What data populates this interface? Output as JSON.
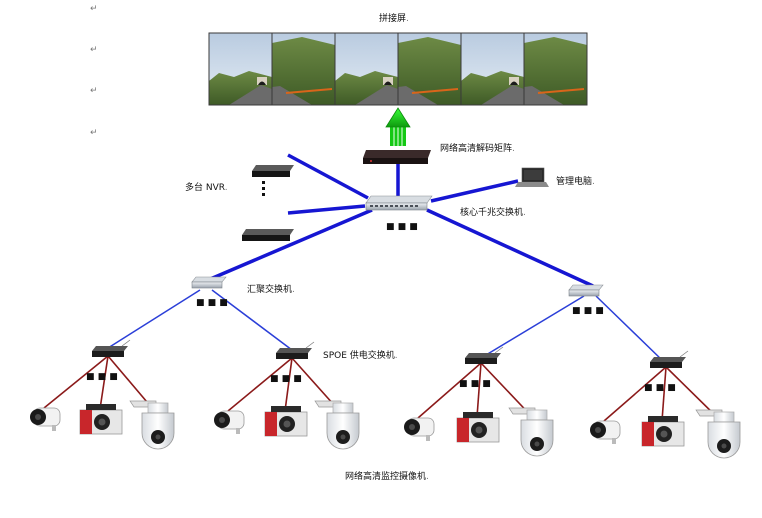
{
  "labels": {
    "video_wall": "拼接屏",
    "decoder_matrix": "网络高清解码矩阵",
    "nvr": "多台 NVR",
    "management_pc": "管理电脑",
    "core_switch": "核心千兆交换机",
    "aggregation_switch": "汇聚交换机",
    "poe_switch": "SPOE 供电交换机",
    "cameras": "网络高清监控摄像机"
  },
  "paragraph_mark": "↵",
  "label_mark": ".",
  "ellipsis": "■ ■ ■",
  "colors": {
    "core_link": "#1616d2",
    "access_link": "#2b3fd8",
    "camera_link": "#8b1a1a",
    "upload_arrow": "#19d219"
  }
}
